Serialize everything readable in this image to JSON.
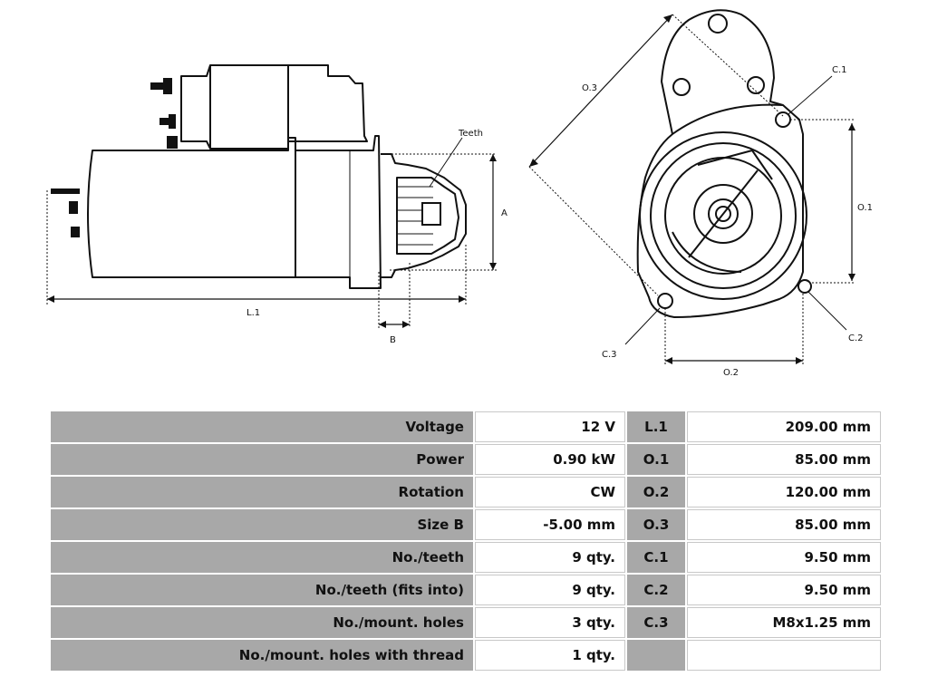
{
  "drawing": {
    "side_view": {
      "teeth_label": "Teeth",
      "dim_a": "A",
      "dim_b": "B",
      "dim_l1": "L.1"
    },
    "front_view": {
      "dim_o1": "O.1",
      "dim_o2": "O.2",
      "dim_o3": "O.3",
      "dim_c1": "C.1",
      "dim_c2": "C.2",
      "dim_c3": "C.3"
    }
  },
  "specs": {
    "rows": [
      {
        "name": "Voltage",
        "value": "12 V",
        "code": "L.1",
        "measure": "209.00 mm"
      },
      {
        "name": "Power",
        "value": "0.90 kW",
        "code": "O.1",
        "measure": "85.00 mm"
      },
      {
        "name": "Rotation",
        "value": "CW",
        "code": "O.2",
        "measure": "120.00 mm"
      },
      {
        "name": "Size B",
        "value": "-5.00 mm",
        "code": "O.3",
        "measure": "85.00 mm"
      },
      {
        "name": "No./teeth",
        "value": "9 qty.",
        "code": "C.1",
        "measure": "9.50 mm"
      },
      {
        "name": "No./teeth (fits into)",
        "value": "9 qty.",
        "code": "C.2",
        "measure": "9.50 mm"
      },
      {
        "name": "No./mount. holes",
        "value": "3 qty.",
        "code": "C.3",
        "measure": "M8x1.25 mm"
      },
      {
        "name": "No./mount. holes with thread",
        "value": "1 qty.",
        "code": "",
        "measure": ""
      }
    ]
  }
}
